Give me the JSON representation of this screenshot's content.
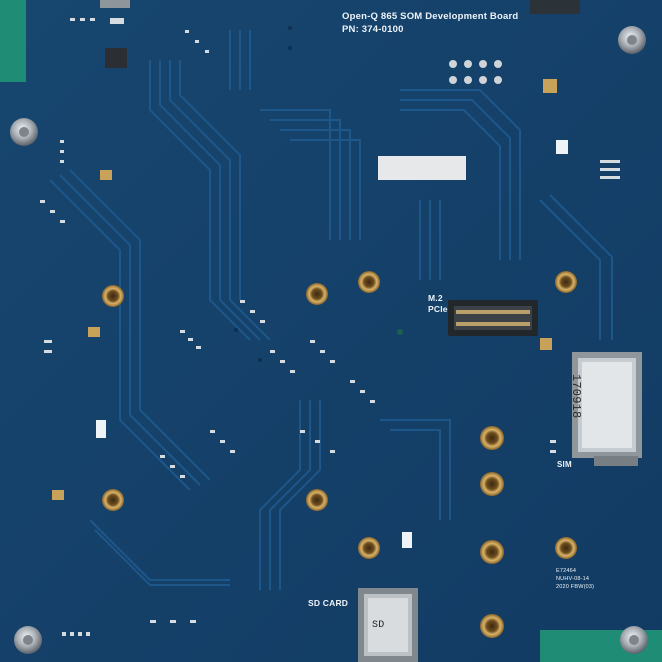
{
  "board": {
    "title": "Open-Q 865 SOM Development Board",
    "part_number": "PN: 374-0100",
    "labels": {
      "m2": "M.2",
      "pcie": "PCIe",
      "sim": "SIM",
      "sd_card": "SD CARD",
      "sim_code": "170918",
      "sd_mark": "SD",
      "code_a": "E72464",
      "code_b": "NUHV-08-14",
      "code_c": "2020 FBW(03)"
    }
  },
  "colors": {
    "pcb": "#14406b",
    "trace": "#1f5a8e",
    "silkscreen": "#eef3f8",
    "copper_pad": "#c9a25a",
    "gold_ring": "#b8862e",
    "standoff": "#b9bec3",
    "corner_green": "#1f8c76"
  }
}
